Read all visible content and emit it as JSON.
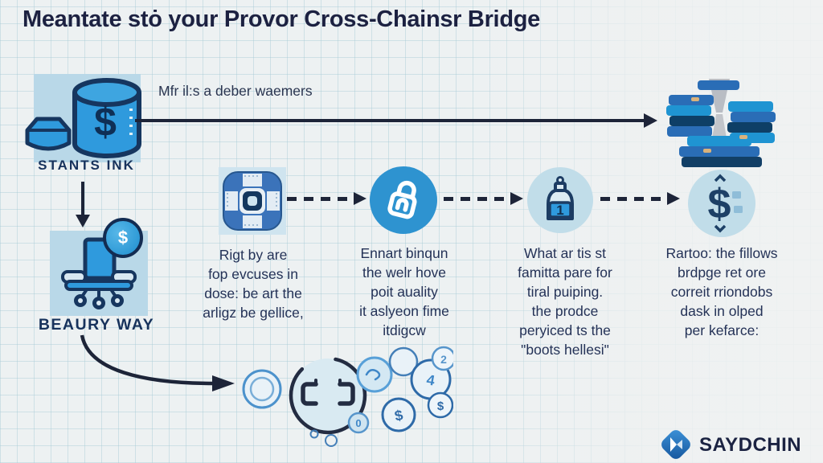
{
  "title": "Meantate stȯ your Provor Cross-Chainsr Bridge",
  "flow": {
    "source": {
      "label": "STANTS INK",
      "currency_symbol": "$"
    },
    "annotation": "Mfr il:s a deber waemers",
    "secondary": {
      "label": "BEAURY WAY",
      "coin_symbol": "$"
    }
  },
  "steps": [
    {
      "icon": "chip-icon",
      "text": "Rigt by are\nfop evcuses in\ndose: be art the\narligz be gellice,"
    },
    {
      "icon": "padlock-icon",
      "text": "Ennart binqun\nthe welr hove\npoit auality\nit aslyeon fime\nitdigcw"
    },
    {
      "icon": "tag-number-icon",
      "badge": "1",
      "text": "What ar tis st\nfamitta pare for\ntiral puiping.\nthe prodce\nperyiced ts the\n\"boots hellesi\""
    },
    {
      "icon": "dollar-exchange-icon",
      "symbol": "$",
      "text": "Rartoo: the fillows\nbrdpge ret ore\ncorreit rriondobs\ndask in olped\nper kefarce:"
    }
  ],
  "sketch_glyphs": [
    "$",
    "4",
    "2",
    "0",
    "$"
  ],
  "logo": {
    "text": "SAYDCHIN"
  },
  "colors": {
    "title_text": "#1c2141",
    "body_text": "#243257",
    "accent_blue": "#2f9add",
    "dark_navy": "#16365f",
    "pale_panel": "#b9d8e8",
    "pale_circle": "#c1dde9",
    "arrow": "#1d2438"
  }
}
